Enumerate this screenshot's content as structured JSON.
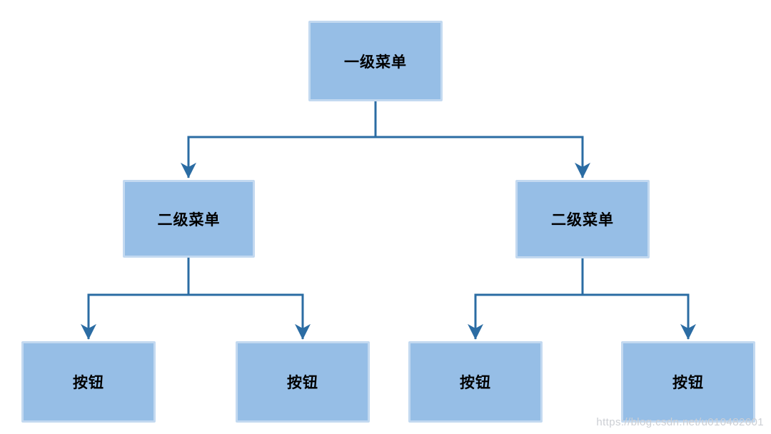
{
  "diagram": {
    "type": "tree",
    "colors": {
      "box_fill": "#96BEE6",
      "box_border": "#C3D9F0",
      "connector": "#2B6CA3",
      "label_text": "#000000",
      "watermark_text": "#CCCFD4"
    },
    "nodes": [
      {
        "id": "menu1",
        "level": 1,
        "parent": null,
        "label": "一级菜单"
      },
      {
        "id": "menu2a",
        "level": 2,
        "parent": "menu1",
        "label": "二级菜单"
      },
      {
        "id": "menu2b",
        "level": 2,
        "parent": "menu1",
        "label": "二级菜单"
      },
      {
        "id": "btn1",
        "level": 3,
        "parent": "menu2a",
        "label": "按钮"
      },
      {
        "id": "btn2",
        "level": 3,
        "parent": "menu2a",
        "label": "按钮"
      },
      {
        "id": "btn3",
        "level": 3,
        "parent": "menu2b",
        "label": "按钮"
      },
      {
        "id": "btn4",
        "level": 3,
        "parent": "menu2b",
        "label": "按钮"
      }
    ],
    "watermark": "https://blog.csdn.net/u010482601"
  }
}
